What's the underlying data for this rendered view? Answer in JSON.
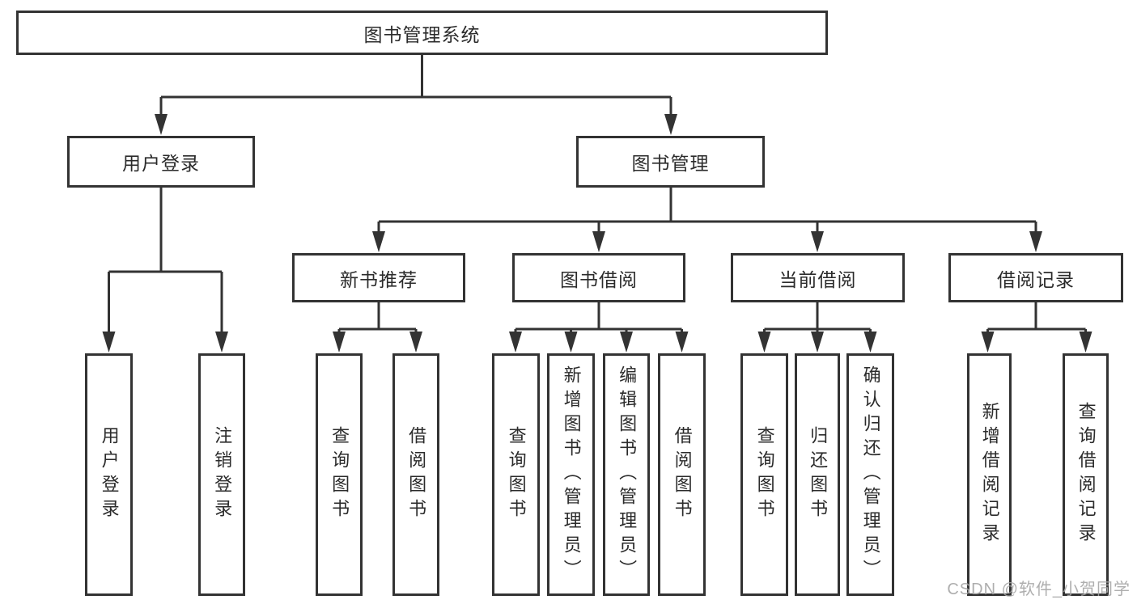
{
  "tree": {
    "root": {
      "label": "图书管理系统"
    },
    "children": [
      {
        "label": "用户登录",
        "children": [
          {
            "label": "用户登录"
          },
          {
            "label": "注销登录"
          }
        ]
      },
      {
        "label": "图书管理",
        "children": [
          {
            "label": "新书推荐",
            "children": [
              {
                "label": "查询图书"
              },
              {
                "label": "借阅图书"
              }
            ]
          },
          {
            "label": "图书借阅",
            "children": [
              {
                "label": "查询图书"
              },
              {
                "label": "新增图书（管理员）"
              },
              {
                "label": "编辑图书（管理员）"
              },
              {
                "label": "借阅图书"
              }
            ]
          },
          {
            "label": "当前借阅",
            "children": [
              {
                "label": "查询图书"
              },
              {
                "label": "归还图书"
              },
              {
                "label": "确认归还（管理员）"
              }
            ]
          },
          {
            "label": "借阅记录",
            "children": [
              {
                "label": "新增借阅记录"
              },
              {
                "label": "查询借阅记录"
              }
            ]
          }
        ]
      }
    ]
  },
  "watermark": {
    "text": "CSDN @软件_小贺同学"
  },
  "colors": {
    "line": "#333333",
    "text": "#2b2b2b",
    "background": "#ffffff",
    "watermark": "#a6a6a6"
  }
}
